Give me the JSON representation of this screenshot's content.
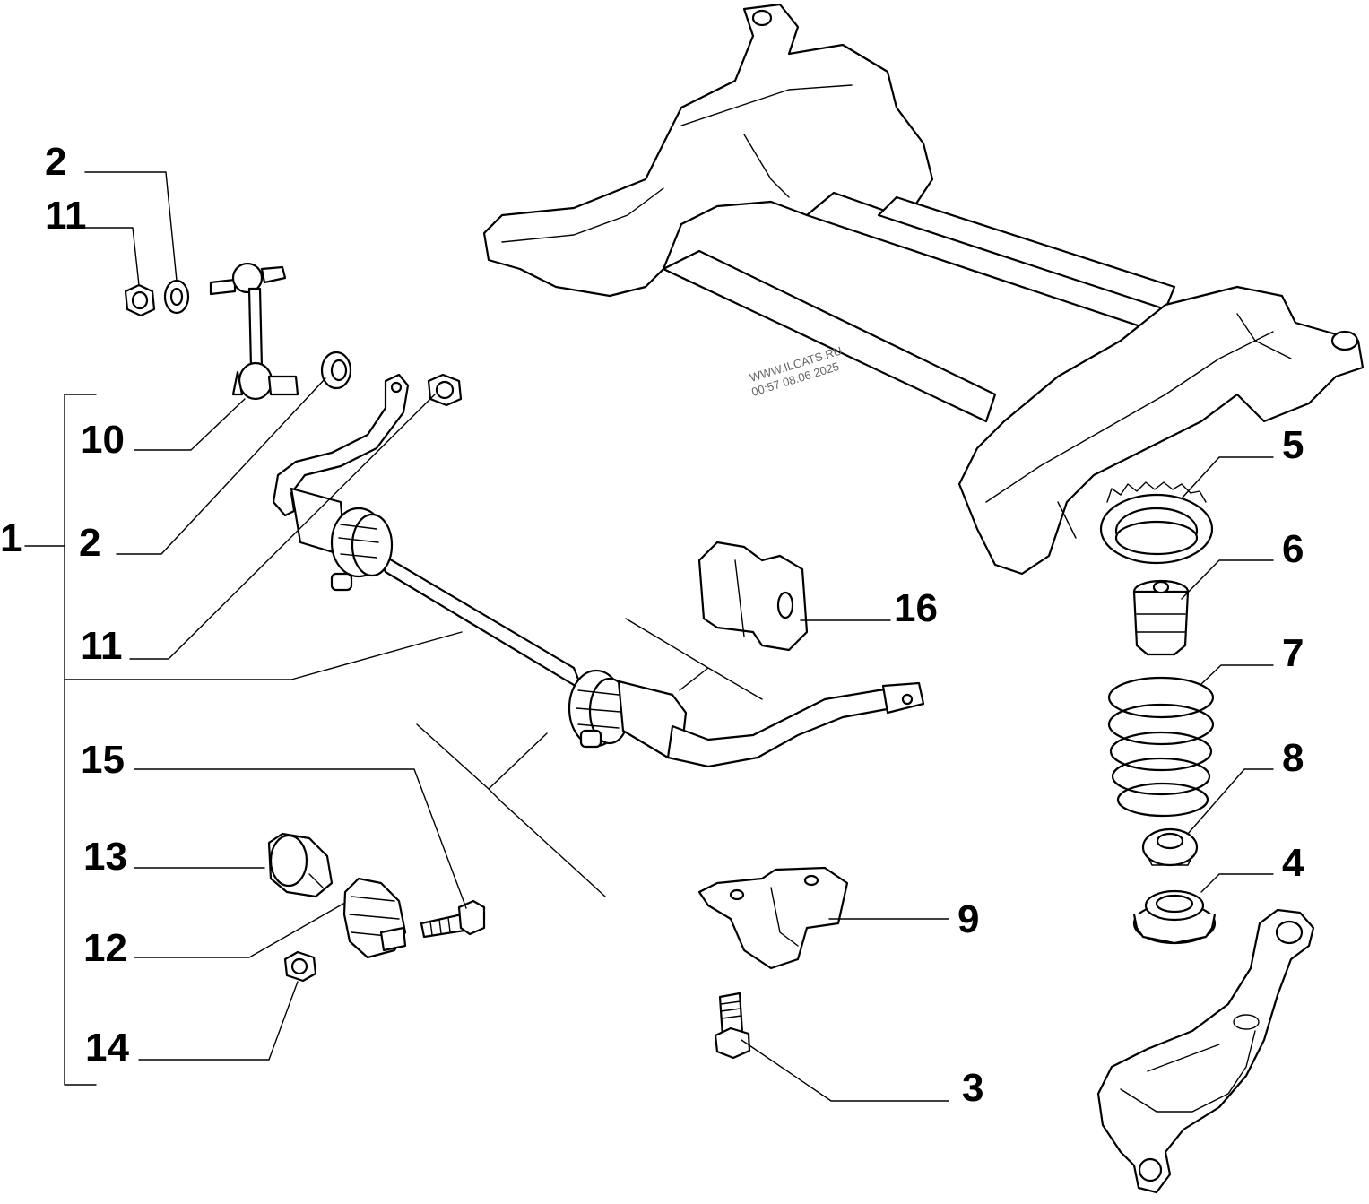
{
  "watermark": {
    "line1": "WWW.ILCATS.RU",
    "line2": "00:57 08.06.2025"
  },
  "callouts": [
    {
      "id": "callout-2-top",
      "text": "2"
    },
    {
      "id": "callout-11-top",
      "text": "11"
    },
    {
      "id": "callout-10",
      "text": "10"
    },
    {
      "id": "callout-1",
      "text": "1"
    },
    {
      "id": "callout-2-mid",
      "text": "2"
    },
    {
      "id": "callout-11-mid",
      "text": "11"
    },
    {
      "id": "callout-15",
      "text": "15"
    },
    {
      "id": "callout-13",
      "text": "13"
    },
    {
      "id": "callout-12",
      "text": "12"
    },
    {
      "id": "callout-14",
      "text": "14"
    },
    {
      "id": "callout-16",
      "text": "16"
    },
    {
      "id": "callout-5",
      "text": "5"
    },
    {
      "id": "callout-6",
      "text": "6"
    },
    {
      "id": "callout-7",
      "text": "7"
    },
    {
      "id": "callout-8",
      "text": "8"
    },
    {
      "id": "callout-4",
      "text": "4"
    },
    {
      "id": "callout-9",
      "text": "9"
    },
    {
      "id": "callout-3",
      "text": "3"
    }
  ]
}
